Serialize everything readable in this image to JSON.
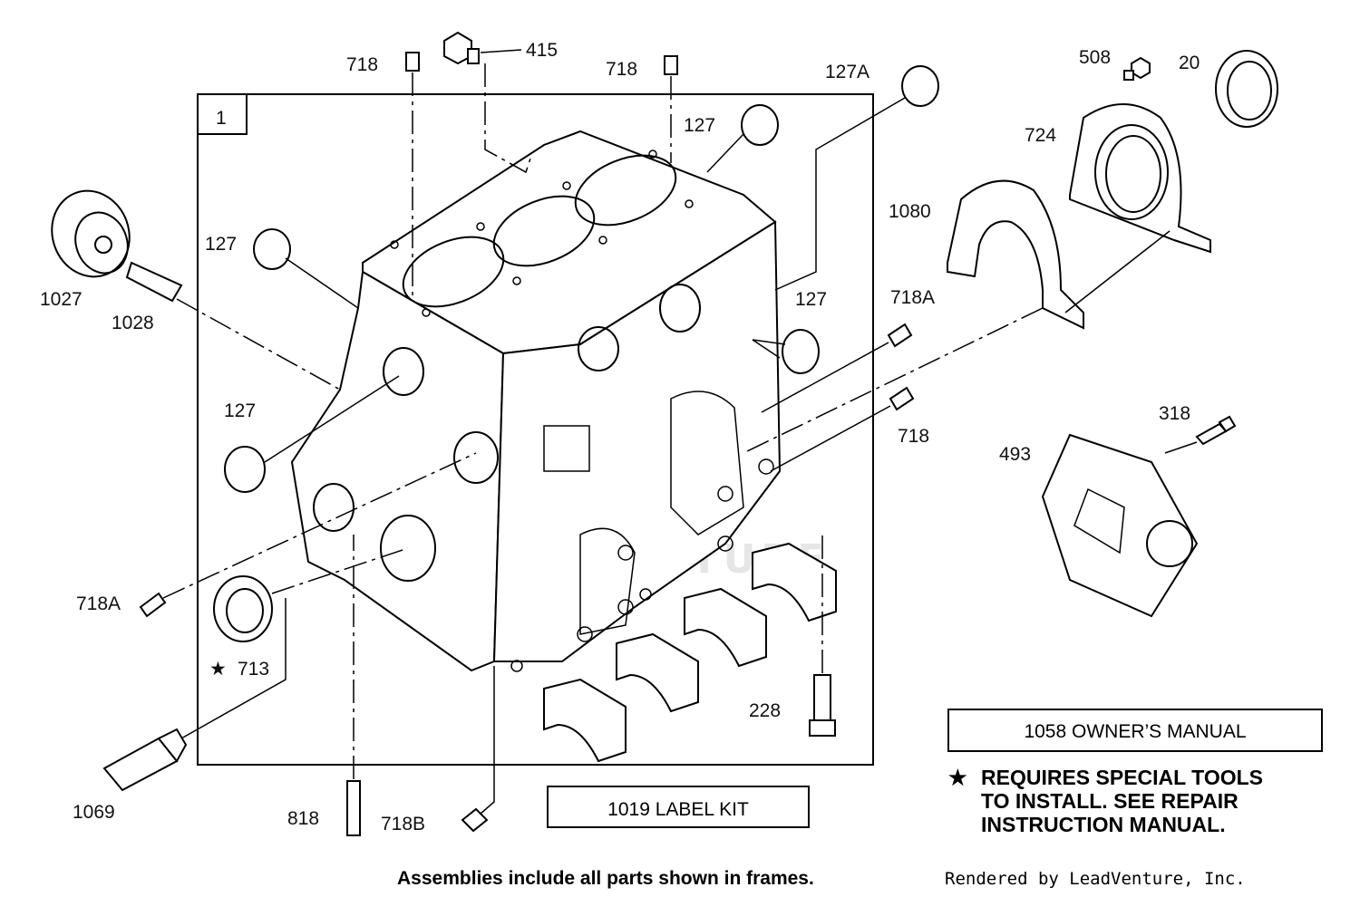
{
  "frame_label": "1",
  "callouts": {
    "c415": "415",
    "c718_top_left": "718",
    "c718_top_mid": "718",
    "c127A": "127A",
    "c127_top": "127",
    "c127_left": "127",
    "c127_right": "127",
    "c127_lower": "127",
    "c1027": "1027",
    "c1028": "1028",
    "c508": "508",
    "c20": "20",
    "c724": "724",
    "c1080": "1080",
    "c718A_right": "718A",
    "c718_right": "718",
    "c318": "318",
    "c493": "493",
    "c718A_left": "718A",
    "c713": "713",
    "c228": "228",
    "c1069": "1069",
    "c818": "818",
    "c718B": "718B"
  },
  "star_glyph": "★",
  "boxes": {
    "label_kit": "1019 LABEL KIT",
    "owners_manual": "1058 OWNER’S MANUAL"
  },
  "note_lines": [
    "REQUIRES SPECIAL TOOLS",
    "TO INSTALL.  SEE REPAIR",
    "INSTRUCTION MANUAL."
  ],
  "footer": {
    "bold": "Assemblies include all parts shown in frames.",
    "credit": "Rendered by LeadVenture, Inc."
  },
  "watermark": "LEADVENTURE"
}
